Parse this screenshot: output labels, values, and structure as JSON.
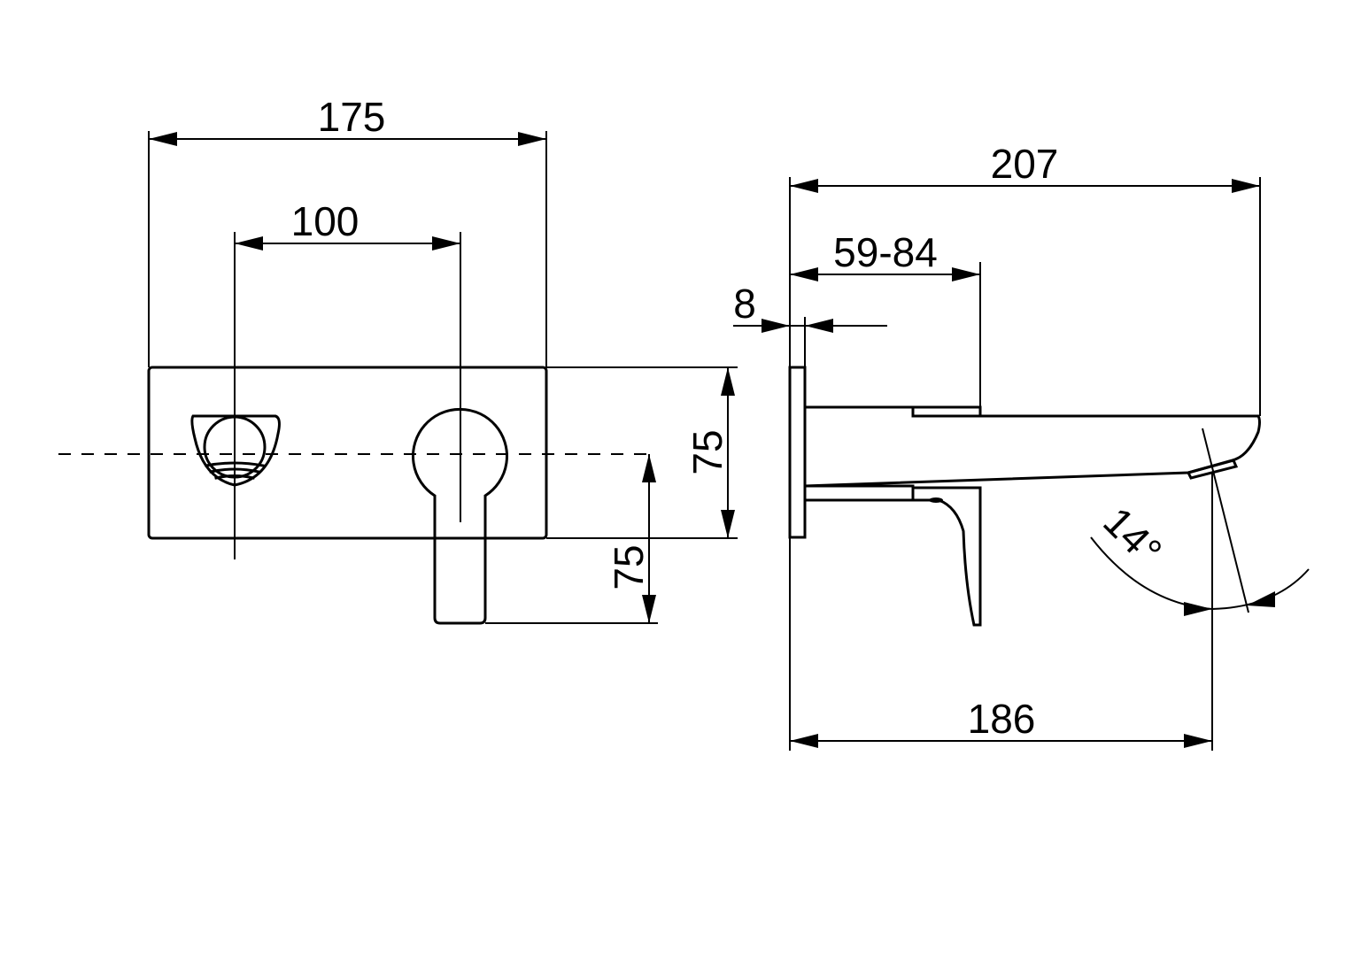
{
  "front_view": {
    "dim_overall_width": "175",
    "dim_center_distance": "100",
    "dim_plate_height": "75",
    "dim_lever_drop": "75"
  },
  "side_view": {
    "dim_overall_depth": "207",
    "dim_adjust_range": "59-84",
    "dim_plate_thickness": "8",
    "dim_spout_reach": "186",
    "dim_spout_angle": "14°"
  }
}
